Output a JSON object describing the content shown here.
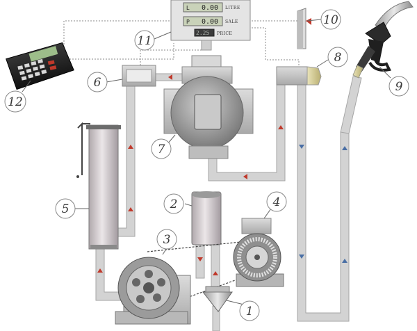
{
  "diagram": {
    "display": {
      "rows": [
        {
          "letter": "L",
          "value": "0.00",
          "caption": "LITRE"
        },
        {
          "letter": "P",
          "value": "0.00",
          "caption": "SALE"
        },
        {
          "letter": "",
          "value": "2.25",
          "caption": "PRICE"
        }
      ]
    },
    "callouts": [
      "1",
      "2",
      "3",
      "4",
      "5",
      "6",
      "7",
      "8",
      "9",
      "10",
      "11",
      "12"
    ],
    "colors": {
      "pipe": "#cfcfcf",
      "pipe_edge": "#a6a6a6",
      "arrow": "#c0392b",
      "arrow_down": "#4a6fa5",
      "wire": "#8a8a8a"
    }
  }
}
